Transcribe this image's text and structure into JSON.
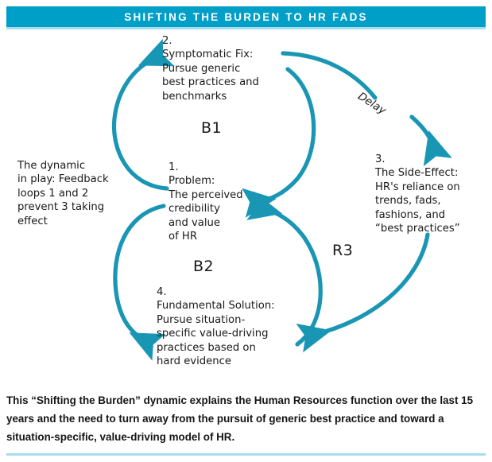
{
  "header": {
    "title": "SHIFTING THE BURDEN TO HR FADS",
    "bar_color": "#009fc7",
    "underline_color": "#a6dcee"
  },
  "diagram": {
    "arrow_color": "#1896b4",
    "nodes": [
      {
        "id": "node-2",
        "number": "2.",
        "text": "2.\nSymptomatic Fix:\nPursue generic\nbest practices and\nbenchmarks"
      },
      {
        "id": "node-1",
        "number": "1.",
        "text": "1.\nProblem:\nThe perceived\ncredibility\nand value\nof HR"
      },
      {
        "id": "node-3",
        "number": "3.",
        "text": "3.\nThe Side-Effect:\nHR's reliance on\ntrends, fads,\nfashions, and\n“best practices”"
      },
      {
        "id": "node-4",
        "number": "4.",
        "text": "4.\nFundamental Solution:\nPursue situation-\nspecific value-driving\npractices based on\nhard evidence"
      }
    ],
    "side_note": "The dynamic\nin play: Feedback\nloops 1 and 2\nprevent 3 taking\neffect",
    "loop_labels": {
      "b1": "B1",
      "b2": "B2",
      "r3": "R3"
    },
    "delay_label": "Delay"
  },
  "caption": {
    "text": "This “Shifting the Burden” dynamic explains the Human Resources function over the last 15 years and the need to turn away from the pursuit of generic best practice and toward a situation-specific, value-driving model of HR."
  }
}
